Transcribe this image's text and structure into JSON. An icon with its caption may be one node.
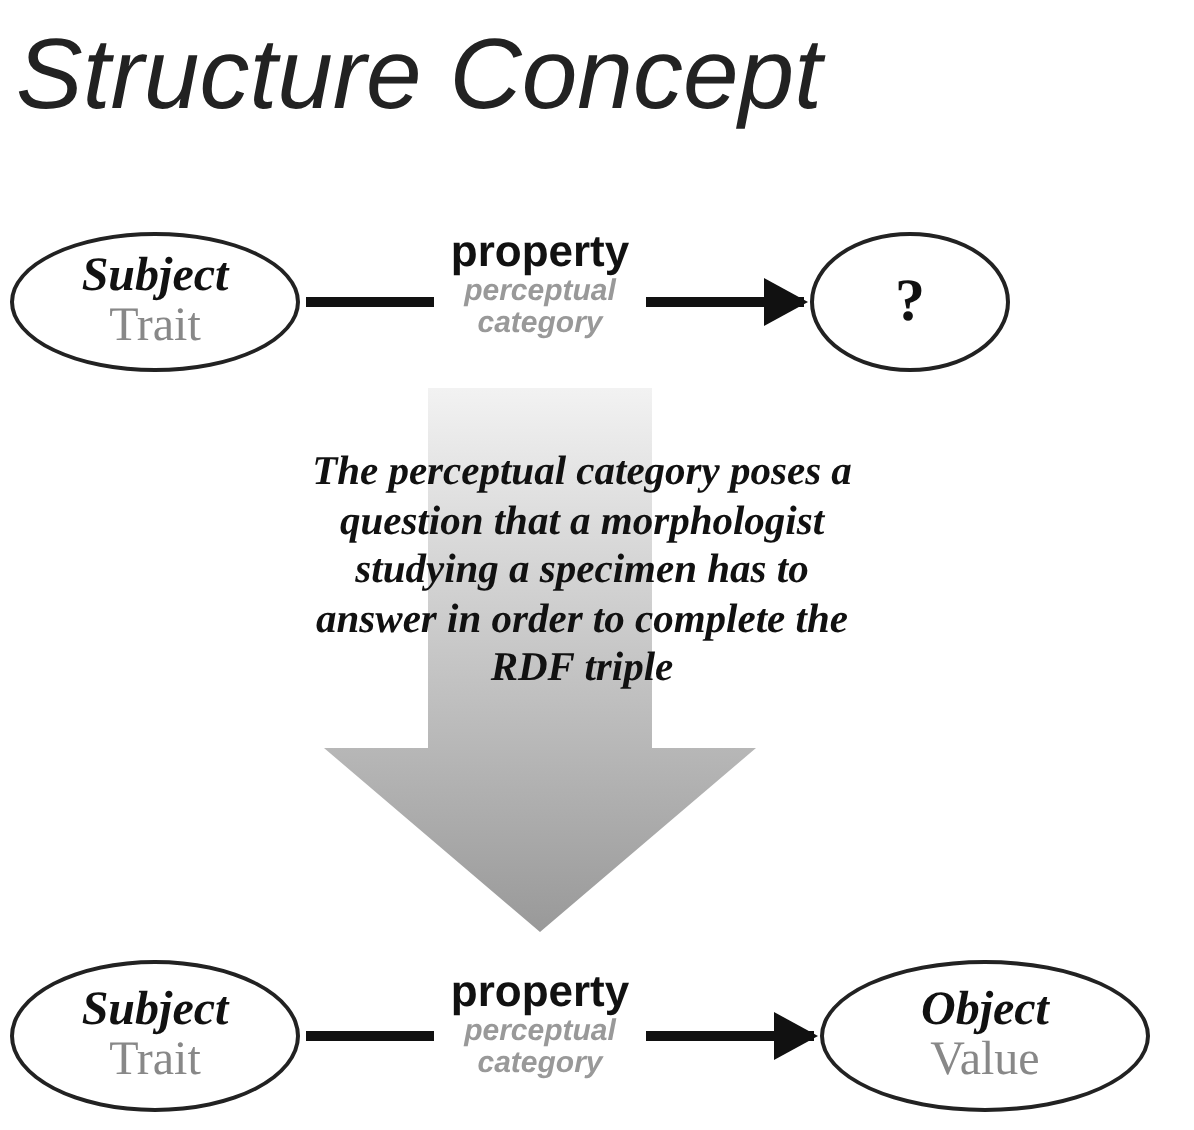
{
  "diagram": {
    "title": "Structure Concept",
    "nodes": [
      {
        "text": [
          "Subject",
          "Trait"
        ]
      },
      {
        "text": [
          "property",
          "perceptual category"
        ]
      },
      {
        "text": [
          "?"
        ]
      },
      {
        "text": [
          "Subject",
          "Trait"
        ]
      },
      {
        "text": [
          "property",
          "perceptual category"
        ]
      },
      {
        "text": [
          "Object",
          "Value"
        ]
      }
    ],
    "edges": [
      {
        "from": 0,
        "to": 1,
        "arrow": "none"
      },
      {
        "from": 1,
        "to": 2,
        "arrow": "to"
      },
      {
        "from": 1,
        "to": 4,
        "arrow": "to",
        "style": "thick",
        "color": "#999999"
      },
      {
        "from": 3,
        "to": 4,
        "arrow": "none"
      },
      {
        "from": 4,
        "to": 5,
        "arrow": "to"
      }
    ],
    "labels": [
      "The perceptual category poses a question that a morphologist studying a specimen has to answer in order to complete the RDF triple"
    ]
  }
}
